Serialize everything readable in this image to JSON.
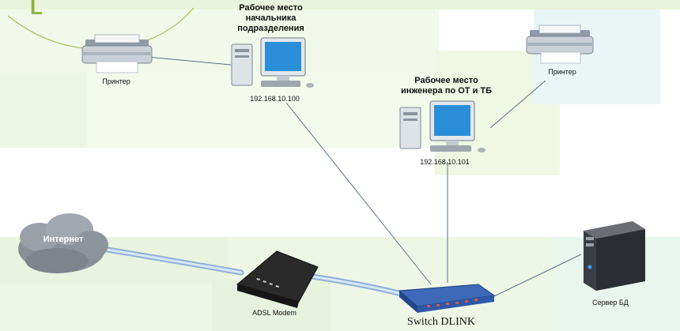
{
  "labels": {
    "printer_left": "Принтер",
    "printer_right": "Принтер",
    "ws_head_line1": "Рабочее место",
    "ws_head_line2": "начальника",
    "ws_head_line3": "подразделения",
    "ws_head_ip": "192.168.10.100",
    "ws_eng_line1": "Рабочее место",
    "ws_eng_line2": "инженера по ОТ и ТБ",
    "ws_eng_ip": "192.168.10.101",
    "internet": "Интернет",
    "modem": "ADSL Modem",
    "switch": "Switch DLINK",
    "server": "Сервер БД"
  },
  "colors": {
    "bg_green": "#f0f8e6",
    "bg_cyan": "#e6f6f8",
    "cable_blue": "#a9c7e8",
    "line": "#5a6f8a",
    "switch_blue": "#2f5aa8"
  }
}
